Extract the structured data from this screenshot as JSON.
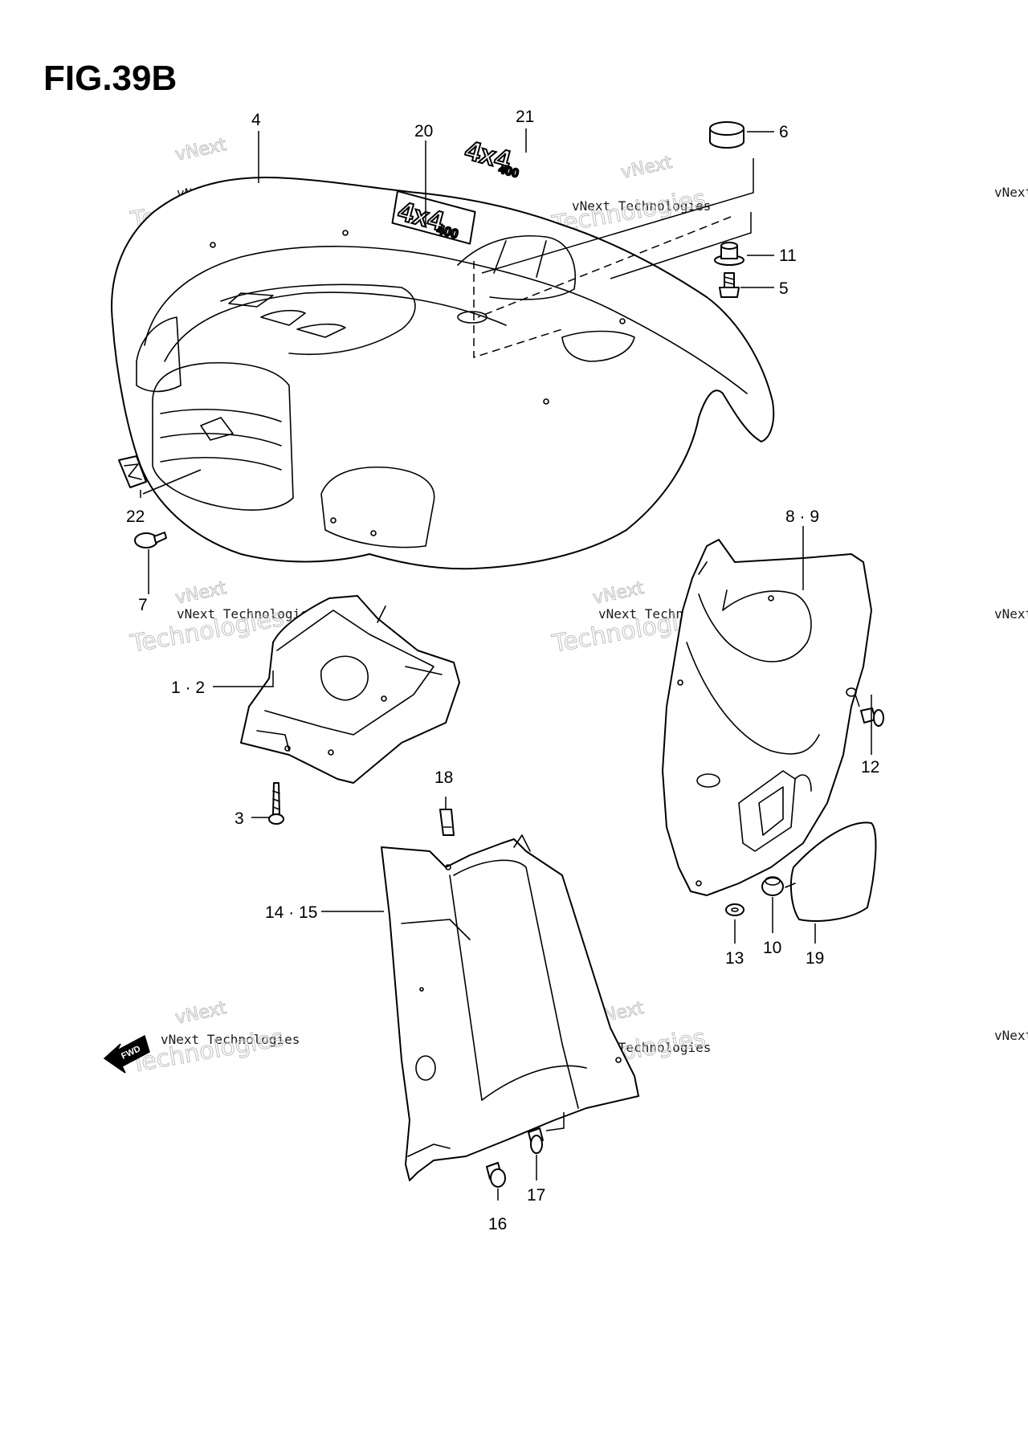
{
  "figure": {
    "title": "FIG.39B"
  },
  "callouts": [
    {
      "id": "c4",
      "text": "4"
    },
    {
      "id": "c20",
      "text": "20"
    },
    {
      "id": "c21",
      "text": "21"
    },
    {
      "id": "c6",
      "text": "6"
    },
    {
      "id": "c11",
      "text": "11"
    },
    {
      "id": "c5",
      "text": "5"
    },
    {
      "id": "c22",
      "text": "22"
    },
    {
      "id": "c7",
      "text": "7"
    },
    {
      "id": "c1-2",
      "text": "1 · 2"
    },
    {
      "id": "c3",
      "text": "3"
    },
    {
      "id": "c8-9",
      "text": "8 · 9"
    },
    {
      "id": "c12",
      "text": "12"
    },
    {
      "id": "c18",
      "text": "18"
    },
    {
      "id": "c14-15",
      "text": "14 · 15"
    },
    {
      "id": "c13",
      "text": "13"
    },
    {
      "id": "c10",
      "text": "10"
    },
    {
      "id": "c19",
      "text": "19"
    },
    {
      "id": "c17",
      "text": "17"
    },
    {
      "id": "c16",
      "text": "16"
    }
  ],
  "decals": {
    "model": "4x4",
    "displacement": "400"
  },
  "fwd_arrow": {
    "label": "FWD"
  },
  "watermark": {
    "line1": "vNext",
    "line2": "vNext Technologies",
    "line3": "Technologies"
  }
}
